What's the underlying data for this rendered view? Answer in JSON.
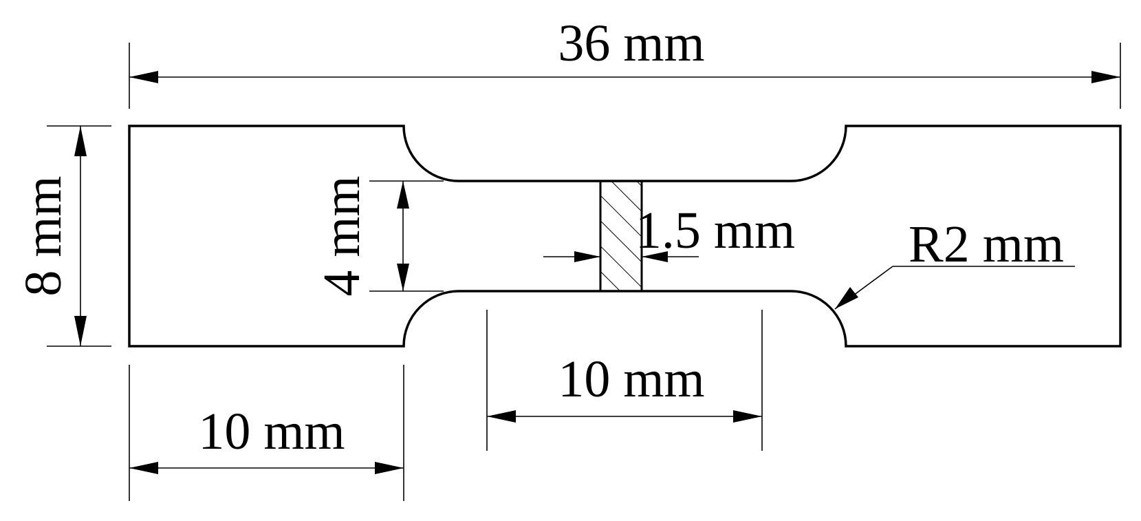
{
  "diagram": {
    "overall_length_label": "36 mm",
    "grip_width_label": "8 mm",
    "gauge_width_label": "4 mm",
    "thickness_label": "1.5 mm",
    "fillet_radius_label": "R2 mm",
    "gauge_length_label": "10 mm",
    "grip_length_label": "10 mm"
  }
}
